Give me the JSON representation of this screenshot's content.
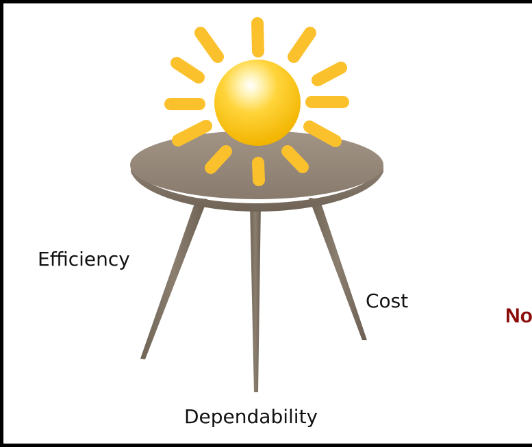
{
  "diagram": {
    "labels": {
      "efficiency": "Efficiency",
      "cost": "Cost",
      "dependability": "Dependability",
      "partial_red_text": "No l"
    },
    "colors": {
      "sun": "#f8c12a",
      "sun_highlight": "#ffffff",
      "rays": "#fbc12d",
      "table_top": "#948779",
      "table_edge": "#6f6355",
      "legs": "#7c7162",
      "partial_red_text": "#8b0b0b"
    }
  }
}
